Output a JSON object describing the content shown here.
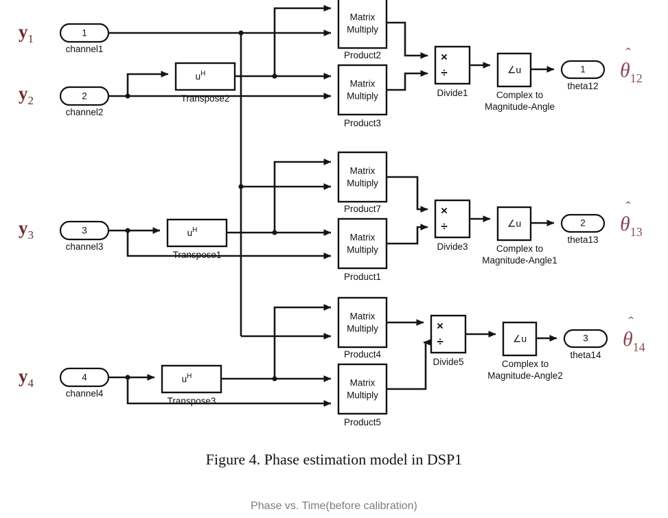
{
  "figure": {
    "caption": "Figure 4. Phase estimation model in DSP1",
    "next_plot_title": "Phase vs. Time(before calibration)",
    "colors": {
      "wire": "#141414",
      "block_border": "#111111",
      "block_fill": "#ffffff",
      "input_label": "#6d2b2b",
      "output_label": "#8a4a55",
      "background": "#ffffff"
    }
  },
  "inputs": [
    {
      "math_label": "y",
      "math_sub": "1",
      "port_number": "1",
      "port_name": "channel1"
    },
    {
      "math_label": "y",
      "math_sub": "2",
      "port_number": "2",
      "port_name": "channel2"
    },
    {
      "math_label": "y",
      "math_sub": "3",
      "port_number": "3",
      "port_name": "channel3"
    },
    {
      "math_label": "y",
      "math_sub": "4",
      "port_number": "4",
      "port_name": "channel4"
    }
  ],
  "transpose_blocks": [
    {
      "glyph": "u",
      "superscript": "H",
      "name": "Transpose2"
    },
    {
      "glyph": "u",
      "superscript": "H",
      "name": "Transpose1"
    },
    {
      "glyph": "u",
      "superscript": "H",
      "name": "Transpose3"
    }
  ],
  "product_blocks": [
    {
      "line1": "Matrix",
      "line2": "Multiply",
      "name": "Product2"
    },
    {
      "line1": "Matrix",
      "line2": "Multiply",
      "name": "Product3"
    },
    {
      "line1": "Matrix",
      "line2": "Multiply",
      "name": "Product7"
    },
    {
      "line1": "Matrix",
      "line2": "Multiply",
      "name": "Product1"
    },
    {
      "line1": "Matrix",
      "line2": "Multiply",
      "name": "Product4"
    },
    {
      "line1": "Matrix",
      "line2": "Multiply",
      "name": "Product5"
    }
  ],
  "divide_blocks": [
    {
      "op_multiply": "×",
      "op_divide": "÷",
      "name": "Divide1"
    },
    {
      "op_multiply": "×",
      "op_divide": "÷",
      "name": "Divide3"
    },
    {
      "op_multiply": "×",
      "op_divide": "÷",
      "name": "Divide5"
    }
  ],
  "magnitude_angle_blocks": [
    {
      "glyph": "∠u",
      "line1": "Complex to",
      "line2": "Magnitude-Angle"
    },
    {
      "glyph": "∠u",
      "line1": "Complex to",
      "line2": "Magnitude-Angle1"
    },
    {
      "glyph": "∠u",
      "line1": "Complex to",
      "line2": "Magnitude-Angle2"
    }
  ],
  "outputs": [
    {
      "port_number": "1",
      "port_name": "theta12",
      "math_label": "θ",
      "math_sub": "12",
      "hat": "ˆ"
    },
    {
      "port_number": "2",
      "port_name": "theta13",
      "math_label": "θ",
      "math_sub": "13",
      "hat": "ˆ"
    },
    {
      "port_number": "3",
      "port_name": "theta14",
      "math_label": "θ",
      "math_sub": "14",
      "hat": "ˆ"
    }
  ]
}
